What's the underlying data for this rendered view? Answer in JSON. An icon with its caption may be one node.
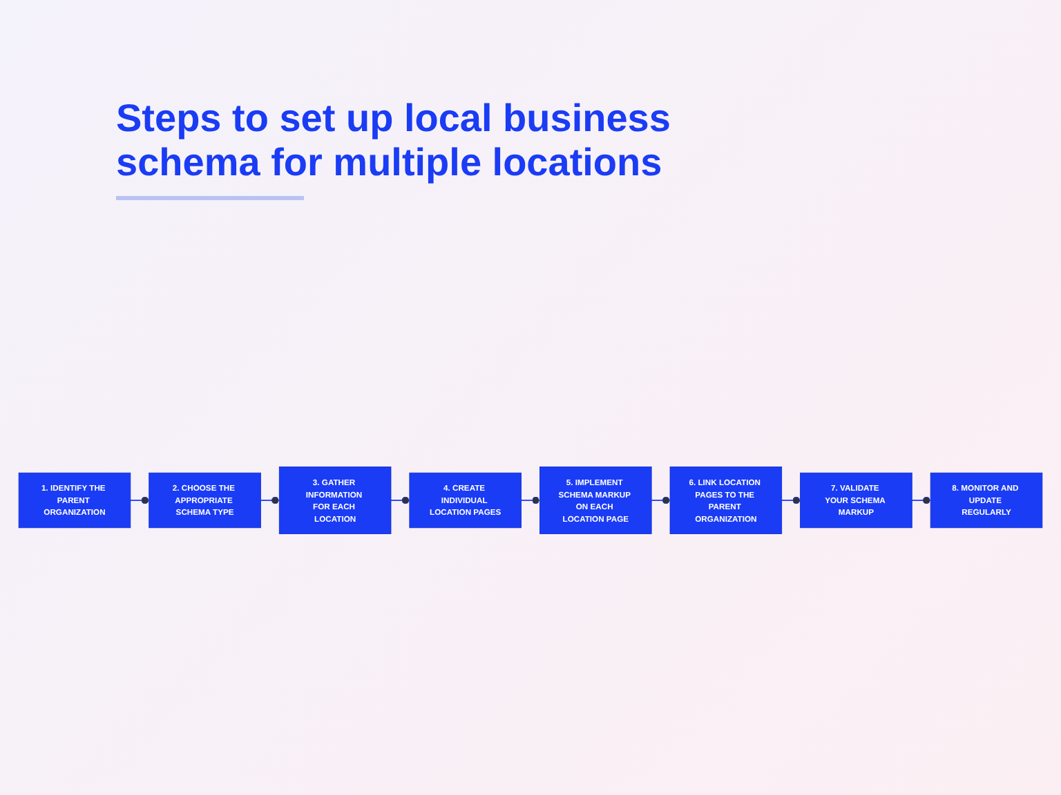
{
  "diagram": {
    "title": "Steps to set up local business schema for multiple locations",
    "nodes": [
      {
        "text": [
          "1. IDENTIFY THE PARENT ORGANIZATION"
        ]
      },
      {
        "text": [
          "2. CHOOSE THE APPROPRIATE SCHEMA TYPE"
        ]
      },
      {
        "text": [
          "3. GATHER INFORMATION FOR EACH LOCATION"
        ]
      },
      {
        "text": [
          "4. CREATE INDIVIDUAL LOCATION PAGES"
        ]
      },
      {
        "text": [
          "5. IMPLEMENT SCHEMA MARKUP ON EACH LOCATION PAGE"
        ]
      },
      {
        "text": [
          "6. LINK LOCATION PAGES TO THE PARENT ORGANIZATION"
        ]
      },
      {
        "text": [
          "7. VALIDATE YOUR SCHEMA MARKUP"
        ]
      },
      {
        "text": [
          "8. MONITOR AND UPDATE REGULARLY"
        ]
      }
    ],
    "edges": [
      {
        "from": 0,
        "to": 1,
        "arrow": "other"
      },
      {
        "from": 1,
        "to": 2,
        "arrow": "other"
      },
      {
        "from": 2,
        "to": 3,
        "arrow": "other"
      },
      {
        "from": 3,
        "to": 4,
        "arrow": "other"
      },
      {
        "from": 4,
        "to": 5,
        "arrow": "other"
      },
      {
        "from": 5,
        "to": 6,
        "arrow": "other"
      },
      {
        "from": 6,
        "to": 7,
        "arrow": "other"
      }
    ]
  }
}
